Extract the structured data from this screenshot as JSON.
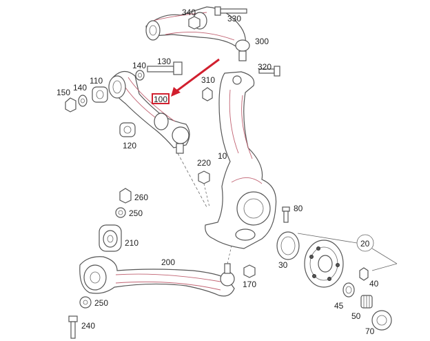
{
  "diagram": {
    "accent_color": "#d11f2e",
    "highlight_label": "100",
    "part_numbers": {
      "p340": "340",
      "p330": "330",
      "p300": "300",
      "p140a": "140",
      "p130": "130",
      "p320": "320",
      "p150": "150",
      "p140b": "140",
      "p110": "110",
      "p310": "310",
      "p100": "100",
      "p120": "120",
      "p10": "10",
      "p220": "220",
      "p260": "260",
      "p250a": "250",
      "p80": "80",
      "p210": "210",
      "p200": "200",
      "p20": "20",
      "p30": "30",
      "p40": "40",
      "p170": "170",
      "p250b": "250",
      "p45": "45",
      "p50": "50",
      "p240": "240",
      "p70": "70"
    }
  }
}
